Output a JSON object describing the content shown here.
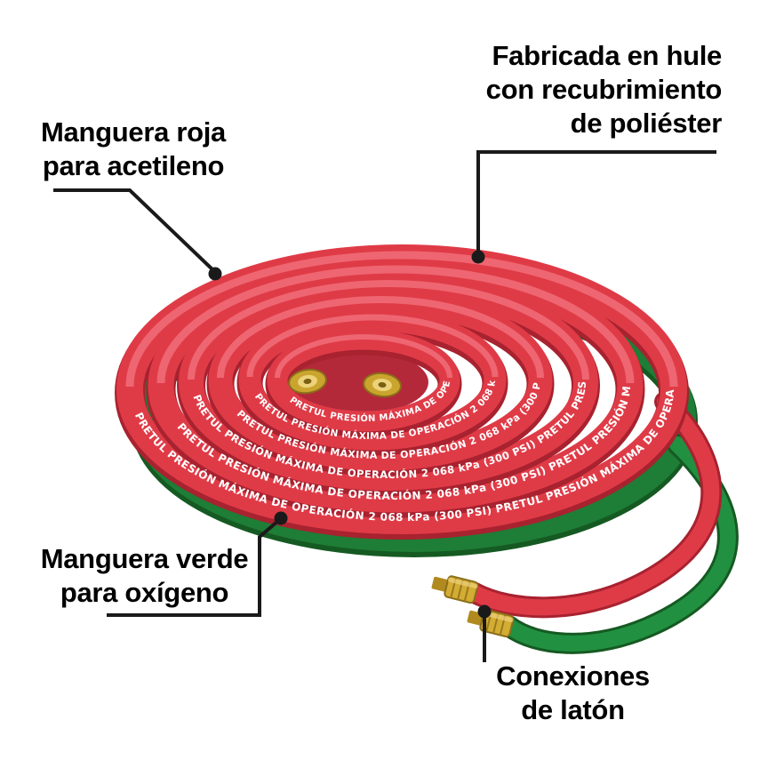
{
  "product": {
    "brand": "PRETUL",
    "hose_print": "PRETUL   PRESIÓN MÁXIMA   DE OPERACIÓN 2 068 kPa (300 PSI)",
    "hose_print_repeated": "PRETUL   PRESIÓN MÁXIMA  DE OPERACIÓN 2 068 kPa (300 PSI)      PRETUL   PRESIÓN MÁXIMA  DE OPERACIÓN 2 068 kPa (300 PSI)"
  },
  "callouts": {
    "red_hose": {
      "lines": [
        "Manguera roja",
        "para acetileno"
      ]
    },
    "material": {
      "lines": [
        "Fabricada en hule",
        "con recubrimiento",
        "de poliéster"
      ]
    },
    "green_hose": {
      "lines": [
        "Manguera verde",
        "para oxígeno"
      ]
    },
    "connections": {
      "lines": [
        "Conexiones",
        "de latón"
      ]
    }
  },
  "colors": {
    "hose_red": "#df3b47",
    "hose_red_shadow": "#a8222f",
    "hose_green": "#1e7d36",
    "hose_green_shadow": "#155a22",
    "brass": "#d3ac33",
    "callout_line": "#1a1a1a",
    "print_text": "#ffffff"
  }
}
